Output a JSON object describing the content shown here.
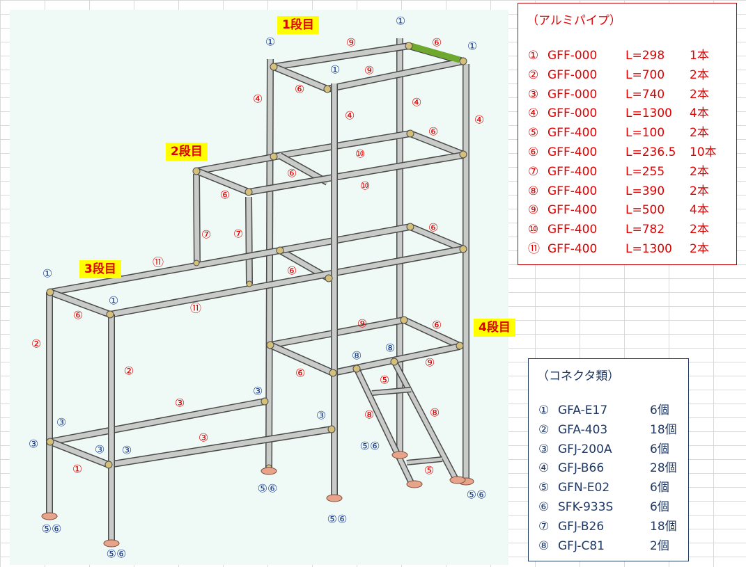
{
  "tiers": [
    "1段目",
    "2段目",
    "3段目",
    "4段目"
  ],
  "pipe_list": {
    "title": "（アルミパイプ）",
    "rows": [
      {
        "no": "①",
        "code": "GFF-000",
        "length": "L=298",
        "qty": "1本"
      },
      {
        "no": "②",
        "code": "GFF-000",
        "length": "L=700",
        "qty": "2本"
      },
      {
        "no": "③",
        "code": "GFF-000",
        "length": "L=740",
        "qty": "2本"
      },
      {
        "no": "④",
        "code": "GFF-000",
        "length": "L=1300",
        "qty": "4本"
      },
      {
        "no": "⑤",
        "code": "GFF-400",
        "length": "L=100",
        "qty": "2本"
      },
      {
        "no": "⑥",
        "code": "GFF-400",
        "length": "L=236.5",
        "qty": "10本"
      },
      {
        "no": "⑦",
        "code": "GFF-400",
        "length": "L=255",
        "qty": "2本"
      },
      {
        "no": "⑧",
        "code": "GFF-400",
        "length": "L=390",
        "qty": "2本"
      },
      {
        "no": "⑨",
        "code": "GFF-400",
        "length": "L=500",
        "qty": "4本"
      },
      {
        "no": "⑩",
        "code": "GFF-400",
        "length": "L=782",
        "qty": "2本"
      },
      {
        "no": "⑪",
        "code": "GFF-400",
        "length": "L=1300",
        "qty": "2本"
      }
    ]
  },
  "connector_list": {
    "title": "（コネクタ類）",
    "rows": [
      {
        "no": "①",
        "code": "GFA-E17",
        "qty": "6個"
      },
      {
        "no": "②",
        "code": "GFA-403",
        "qty": "18個"
      },
      {
        "no": "③",
        "code": "GFJ-200A",
        "qty": "6個"
      },
      {
        "no": "④",
        "code": "GFJ-B66",
        "qty": "28個"
      },
      {
        "no": "⑤",
        "code": "GFN-E02",
        "qty": "6個"
      },
      {
        "no": "⑥",
        "code": "SFK-933S",
        "qty": "6個"
      },
      {
        "no": "⑦",
        "code": "GFJ-B26",
        "qty": "18個"
      },
      {
        "no": "⑧",
        "code": "GFJ-C81",
        "qty": "2個"
      }
    ]
  },
  "pipe_labels": [
    "①",
    "②",
    "③",
    "④",
    "⑤",
    "⑥",
    "⑦",
    "⑧",
    "⑨",
    "⑩",
    "⑪"
  ],
  "connector_labels": [
    "①",
    "③",
    "⑤⑥",
    "⑧"
  ],
  "colors": {
    "pipe_fill": "#c8cbc8",
    "pipe_edge": "#4a4a4a",
    "green_band": "#6fa82e",
    "foot": "#e8a48a",
    "red_text": "#e00000",
    "blue_text": "#1f3f8c",
    "tier_bg": "#ffff00"
  }
}
